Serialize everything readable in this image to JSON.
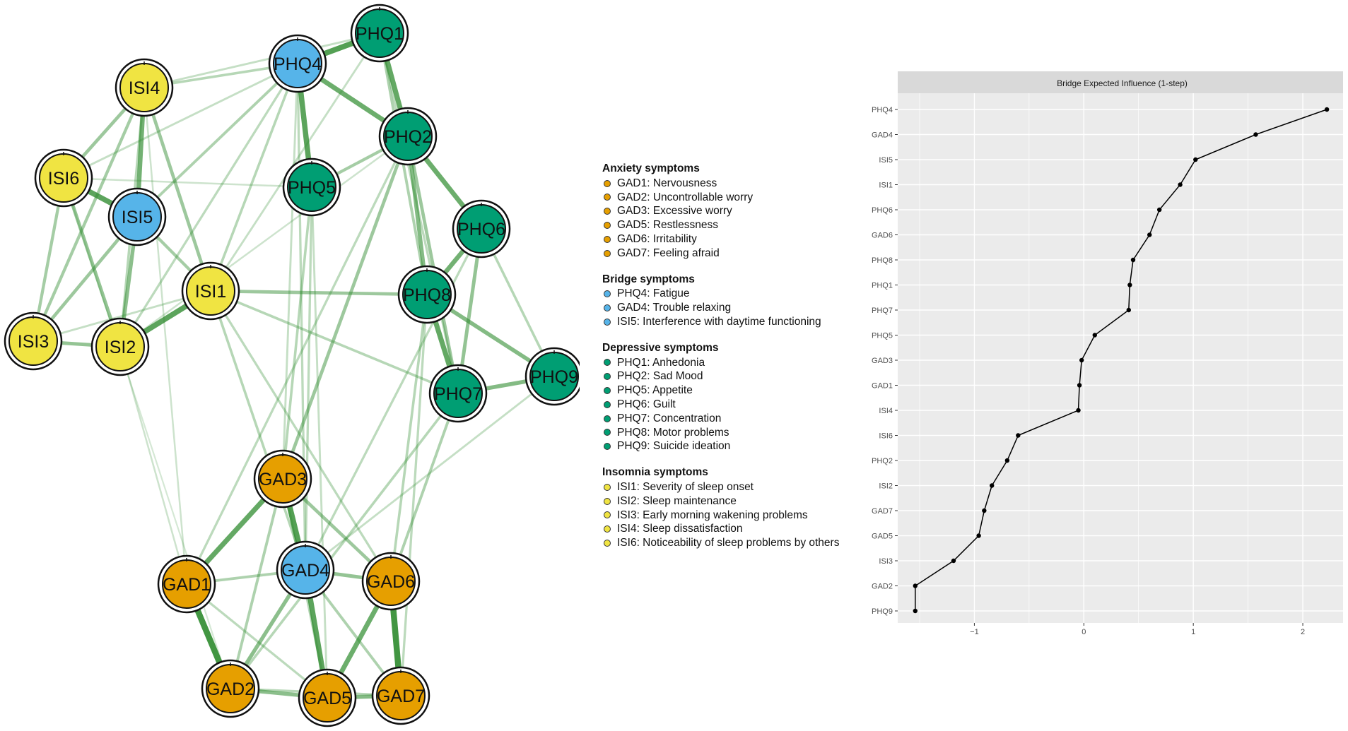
{
  "colors": {
    "anxiety": "#E69F00",
    "bridge": "#56B4E9",
    "depressive": "#009E73",
    "insomnia": "#F0E442",
    "edge": "#2E8B2E",
    "panel": "#EBEBEB",
    "strip": "#D9D9D9"
  },
  "network": {
    "nodes": [
      {
        "id": "PHQ1",
        "group": "depressive"
      },
      {
        "id": "PHQ2",
        "group": "depressive"
      },
      {
        "id": "PHQ4",
        "group": "bridge"
      },
      {
        "id": "PHQ5",
        "group": "depressive"
      },
      {
        "id": "PHQ6",
        "group": "depressive"
      },
      {
        "id": "PHQ8",
        "group": "depressive"
      },
      {
        "id": "PHQ7",
        "group": "depressive"
      },
      {
        "id": "PHQ9",
        "group": "depressive"
      },
      {
        "id": "ISI4",
        "group": "insomnia"
      },
      {
        "id": "ISI6",
        "group": "insomnia"
      },
      {
        "id": "ISI5",
        "group": "bridge"
      },
      {
        "id": "ISI1",
        "group": "insomnia"
      },
      {
        "id": "ISI3",
        "group": "insomnia"
      },
      {
        "id": "ISI2",
        "group": "insomnia"
      },
      {
        "id": "GAD3",
        "group": "anxiety"
      },
      {
        "id": "GAD1",
        "group": "anxiety"
      },
      {
        "id": "GAD4",
        "group": "bridge"
      },
      {
        "id": "GAD6",
        "group": "anxiety"
      },
      {
        "id": "GAD2",
        "group": "anxiety"
      },
      {
        "id": "GAD5",
        "group": "anxiety"
      },
      {
        "id": "GAD7",
        "group": "anxiety"
      }
    ],
    "edges": [
      [
        "PHQ4",
        "PHQ1",
        0.9
      ],
      [
        "PHQ4",
        "PHQ2",
        0.75
      ],
      [
        "PHQ4",
        "PHQ5",
        0.85
      ],
      [
        "PHQ1",
        "PHQ2",
        0.8
      ],
      [
        "PHQ2",
        "PHQ5",
        0.4
      ],
      [
        "PHQ2",
        "PHQ6",
        0.75
      ],
      [
        "PHQ2",
        "PHQ8",
        0.6
      ],
      [
        "PHQ2",
        "PHQ7",
        0.45
      ],
      [
        "PHQ6",
        "PHQ8",
        0.7
      ],
      [
        "PHQ6",
        "PHQ7",
        0.5
      ],
      [
        "PHQ8",
        "PHQ7",
        0.8
      ],
      [
        "PHQ8",
        "PHQ9",
        0.6
      ],
      [
        "PHQ7",
        "PHQ9",
        0.6
      ],
      [
        "PHQ6",
        "PHQ9",
        0.3
      ],
      [
        "PHQ1",
        "PHQ8",
        0.35
      ],
      [
        "PHQ1",
        "PHQ7",
        0.25
      ],
      [
        "PHQ4",
        "ISI4",
        0.3
      ],
      [
        "PHQ4",
        "ISI5",
        0.35
      ],
      [
        "PHQ4",
        "ISI1",
        0.3
      ],
      [
        "PHQ4",
        "ISI6",
        0.2
      ],
      [
        "PHQ4",
        "ISI2",
        0.25
      ],
      [
        "PHQ1",
        "ISI4",
        0.2
      ],
      [
        "PHQ1",
        "ISI1",
        0.2
      ],
      [
        "PHQ2",
        "ISI2",
        0.15
      ],
      [
        "PHQ5",
        "ISI6",
        0.15
      ],
      [
        "ISI4",
        "ISI5",
        0.7
      ],
      [
        "ISI4",
        "ISI6",
        0.45
      ],
      [
        "ISI4",
        "ISI3",
        0.4
      ],
      [
        "ISI4",
        "ISI1",
        0.45
      ],
      [
        "ISI4",
        "ISI2",
        0.3
      ],
      [
        "ISI6",
        "ISI5",
        0.85
      ],
      [
        "ISI6",
        "ISI3",
        0.4
      ],
      [
        "ISI6",
        "ISI2",
        0.5
      ],
      [
        "ISI5",
        "ISI2",
        0.55
      ],
      [
        "ISI5",
        "ISI1",
        0.4
      ],
      [
        "ISI5",
        "ISI3",
        0.45
      ],
      [
        "ISI1",
        "ISI2",
        0.85
      ],
      [
        "ISI3",
        "ISI2",
        0.5
      ],
      [
        "ISI1",
        "PHQ8",
        0.45
      ],
      [
        "ISI1",
        "PHQ7",
        0.3
      ],
      [
        "ISI1",
        "GAD4",
        0.3
      ],
      [
        "ISI1",
        "GAD6",
        0.25
      ],
      [
        "ISI2",
        "GAD1",
        0.15
      ],
      [
        "ISI3",
        "ISI1",
        0.2
      ],
      [
        "PHQ5",
        "GAD3",
        0.3
      ],
      [
        "PHQ5",
        "GAD4",
        0.25
      ],
      [
        "PHQ5",
        "GAD5",
        0.2
      ],
      [
        "PHQ4",
        "GAD4",
        0.25
      ],
      [
        "PHQ4",
        "GAD3",
        0.2
      ],
      [
        "PHQ2",
        "GAD3",
        0.45
      ],
      [
        "PHQ2",
        "GAD1",
        0.25
      ],
      [
        "PHQ8",
        "GAD6",
        0.3
      ],
      [
        "PHQ8",
        "GAD7",
        0.25
      ],
      [
        "PHQ7",
        "GAD6",
        0.35
      ],
      [
        "PHQ7",
        "GAD2",
        0.3
      ],
      [
        "PHQ6",
        "GAD4",
        0.25
      ],
      [
        "GAD3",
        "GAD1",
        0.8
      ],
      [
        "GAD3",
        "GAD4",
        0.9
      ],
      [
        "GAD3",
        "GAD6",
        0.45
      ],
      [
        "GAD3",
        "GAD5",
        0.3
      ],
      [
        "GAD3",
        "GAD2",
        0.35
      ],
      [
        "GAD1",
        "GAD2",
        1.0
      ],
      [
        "GAD1",
        "GAD4",
        0.35
      ],
      [
        "GAD1",
        "GAD5",
        0.25
      ],
      [
        "GAD4",
        "GAD6",
        0.5
      ],
      [
        "GAD4",
        "GAD5",
        0.85
      ],
      [
        "GAD4",
        "GAD2",
        0.55
      ],
      [
        "GAD4",
        "GAD7",
        0.35
      ],
      [
        "GAD6",
        "GAD7",
        1.0
      ],
      [
        "GAD6",
        "GAD5",
        0.75
      ],
      [
        "GAD2",
        "GAD5",
        0.55
      ],
      [
        "GAD5",
        "GAD7",
        0.6
      ],
      [
        "GAD2",
        "GAD7",
        0.3
      ],
      [
        "ISI4",
        "GAD1",
        0.15
      ],
      [
        "ISI6",
        "GAD2",
        0.1
      ],
      [
        "PHQ9",
        "GAD4",
        0.2
      ]
    ]
  },
  "legend": [
    {
      "title": "Anxiety symptoms",
      "color_key": "anxiety",
      "items": [
        "GAD1: Nervousness",
        "GAD2: Uncontrollable worry",
        "GAD3: Excessive worry",
        "GAD5: Restlessness",
        "GAD6: Irritability",
        "GAD7: Feeling afraid"
      ]
    },
    {
      "title": "Bridge symptoms",
      "color_key": "bridge",
      "items": [
        "PHQ4: Fatigue",
        "GAD4: Trouble relaxing",
        "ISI5: Interference with daytime functioning"
      ]
    },
    {
      "title": "Depressive symptoms",
      "color_key": "depressive",
      "items": [
        "PHQ1: Anhedonia",
        "PHQ2: Sad Mood",
        "PHQ5: Appetite",
        "PHQ6: Guilt",
        "PHQ7: Concentration",
        "PHQ8: Motor problems",
        "PHQ9: Suicide ideation"
      ]
    },
    {
      "title": "Insomnia symptoms",
      "color_key": "insomnia",
      "items": [
        "ISI1: Severity of sleep onset",
        "ISI2: Sleep maintenance",
        "ISI3: Early morning wakening problems",
        "ISI4: Sleep dissatisfaction",
        "ISI6: Noticeability of sleep problems by others"
      ]
    }
  ],
  "chart_data": {
    "type": "line",
    "title": "Bridge Expected Influence (1-step)",
    "xlabel": "",
    "ylabel": "",
    "xlim": [
      -1.7,
      2.4
    ],
    "xticks": [
      -1,
      0,
      1,
      2
    ],
    "grid": true,
    "categories": [
      "PHQ4",
      "GAD4",
      "ISI5",
      "ISI1",
      "PHQ6",
      "GAD6",
      "PHQ8",
      "PHQ1",
      "PHQ7",
      "PHQ5",
      "GAD3",
      "GAD1",
      "ISI4",
      "ISI6",
      "PHQ2",
      "ISI2",
      "GAD7",
      "GAD5",
      "ISI3",
      "GAD2",
      "PHQ9"
    ],
    "values": [
      2.22,
      1.57,
      1.02,
      0.88,
      0.69,
      0.6,
      0.45,
      0.42,
      0.41,
      0.1,
      -0.02,
      -0.04,
      -0.05,
      -0.6,
      -0.7,
      -0.84,
      -0.91,
      -0.96,
      -1.19,
      -1.54,
      -1.54
    ]
  }
}
